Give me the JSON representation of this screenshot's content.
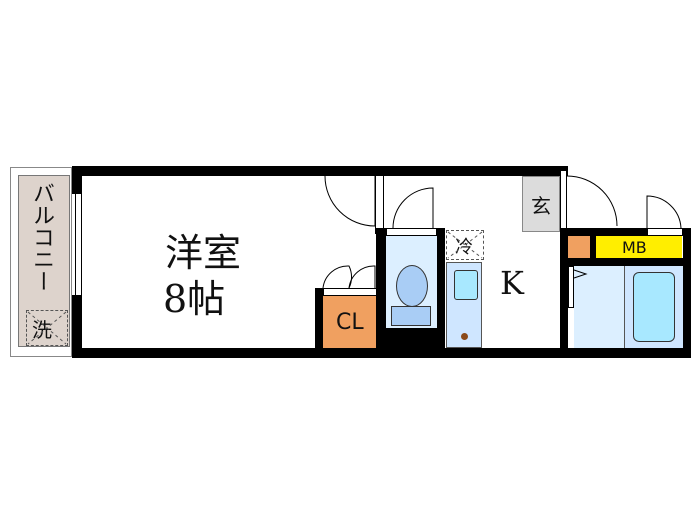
{
  "floorplan": {
    "rooms": {
      "western_room": {
        "label_line1": "洋室",
        "label_line2": "8帖"
      },
      "balcony": {
        "label": "バルコニー",
        "washer_label": "洗"
      },
      "closet": {
        "label": "CL"
      },
      "kitchen": {
        "label": "K"
      },
      "fridge": {
        "label": "冷"
      },
      "entrance": {
        "label": "玄"
      },
      "meter_box": {
        "label": "MB"
      }
    },
    "colors": {
      "balcony": "#ddd3cc",
      "closet": "#f0a060",
      "toilet": "#dcefff",
      "kitchen_unit": "#cfe6ff",
      "meter_box": "#ffee00",
      "entrance": "#dcdcdc",
      "bath": "#cfe6ff",
      "tub": "#a8e8ff",
      "wall": "#000000"
    }
  }
}
